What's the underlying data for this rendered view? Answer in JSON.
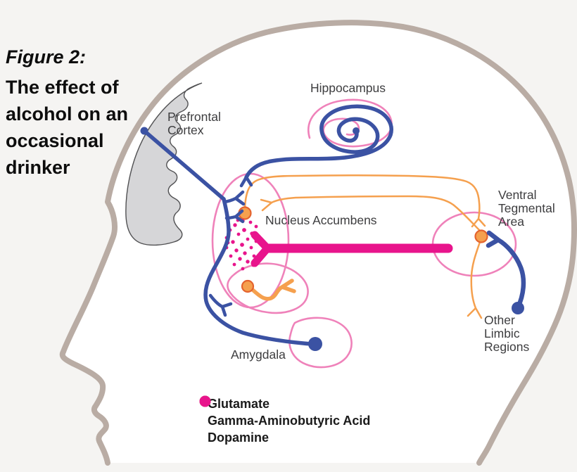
{
  "title": {
    "figure_label": "Figure 2:",
    "lines": [
      "The effect of",
      "alcohol on an",
      "occasional",
      "drinker"
    ]
  },
  "regions": {
    "prefrontal_cortex": {
      "lines": [
        "Prefrontal",
        "Cortex"
      ]
    },
    "hippocampus": {
      "lines": [
        "Hippocampus"
      ]
    },
    "nucleus_accumbens": {
      "lines": [
        "Nucleus Accumbens"
      ]
    },
    "ventral_tegmental_area": {
      "lines": [
        "Ventral",
        "Tegmental",
        "Area"
      ]
    },
    "other_limbic_regions": {
      "lines": [
        "Other",
        "Limbic",
        "Regions"
      ]
    },
    "amygdala": {
      "lines": [
        "Amygdala"
      ]
    }
  },
  "legend": {
    "items": [
      {
        "label": "Glutamate",
        "color": "#4457a6"
      },
      {
        "label": "Gamma-Aminobutyric Acid",
        "color": "#f5a04e"
      },
      {
        "label": "Dopamine",
        "color": "#e8148c"
      }
    ]
  },
  "colors": {
    "glutamate": "#3b52a3",
    "gaba": "#f5a04e",
    "dopamine": "#e8148c",
    "region_outline_pink": "#ef82ba",
    "head_outline": "#b9aca4",
    "head_fill": "#ffffff",
    "cortex_fill": "#d6d6d8",
    "background": "#f5f4f2",
    "label_text": "#3d3d3f",
    "title_text": "#0d0d0d"
  }
}
